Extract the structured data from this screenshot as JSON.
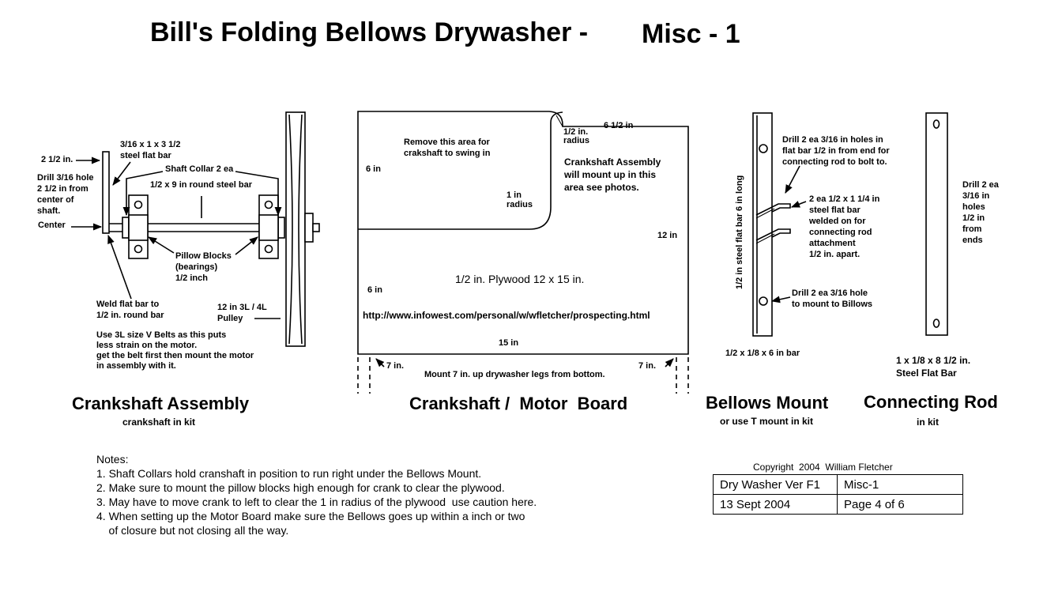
{
  "title": {
    "main": "Bill's Folding Bellows Drywasher -",
    "sub": "Misc - 1"
  },
  "crankshaft": {
    "heading": "Crankshaft Assembly",
    "subheading": "crankshaft in kit",
    "label_2half": "2 1/2 in.",
    "label_flatbar": "3/16 x 1 x 3 1/2\nsteel flat bar",
    "label_drill": "Drill 3/16 hole\n2 1/2 in from\ncenter of\nshaft.",
    "label_collar": "Shaft Collar 2 ea",
    "label_roundbar": "1/2 x 9 in round steel bar",
    "label_center": "Center",
    "label_pillow": "Pillow Blocks\n(bearings)\n 1/2 inch",
    "label_weld": "Weld flat bar to\n1/2 in. round bar",
    "label_pulley": "12 in 3L / 4L\nPulley",
    "label_belt": "Use 3L size V Belts as this puts\nless strain on the motor.\nget the belt first then mount the motor\nin assembly with it."
  },
  "board": {
    "heading": "Crankshaft /  Motor  Board",
    "label_remove": "Remove this area for\ncrakshaft to swing in",
    "label_6in_top": "6 in",
    "label_half_radius": "1/2 in.\nradius",
    "label_6half": "6 1/2 in",
    "label_assembly": "Crankshaft Assembly\nwill mount up in this\narea see photos.",
    "label_1in_radius": "1 in\nradius",
    "label_12in": "12 in",
    "label_6in_bottom": "6 in",
    "label_plywood": "1/2 in. Plywood 12 x 15 in.",
    "label_url": "http://www.infowest.com/personal/w/wfletcher/prospecting.html",
    "label_15in": "15 in",
    "label_7in_left": "7 in.",
    "label_7in_right": "7 in.",
    "label_mount": "Mount 7 in. up drywasher legs from bottom."
  },
  "bellows_mount": {
    "heading": "Bellows Mount",
    "subheading": "or use T mount in kit",
    "label_drill_top": "Drill 2 ea 3/16 in holes in\nflat bar 1/2 in from end  for\n connecting rod to bolt to.",
    "label_vertical": "1/2 in steel flat bar 6 in long",
    "label_brackets": "2 ea 1/2 x 1 1/4 in\nsteel flat bar\nwelded on for\nconnecting rod\nattachment\n1/2 in. apart.",
    "label_drill_bottom": "Drill 2 ea 3/16 hole\nto mount to Billows",
    "label_bar": "1/2 x 1/8 x 6 in bar"
  },
  "connecting_rod": {
    "heading": "Connecting Rod",
    "subheading": "in kit",
    "label_drill": "Drill 2 ea\n3/16 in\nholes\n1/2 in\nfrom\nends",
    "label_bar": "1 x 1/8 x 8 1/2 in.\n  Steel Flat Bar"
  },
  "notes": {
    "title": "Notes:",
    "items": [
      "1. Shaft Collars hold cranshaft in position to run right under the Bellows Mount.",
      "2. Make sure to mount the pillow blocks high enough for crank to clear the plywood.",
      "3. May have to move crank to left to clear the 1 in radius of the plywood  use caution here.",
      "4. When setting up the Motor Board make sure the Bellows goes up within a inch or two",
      "    of closure but not closing all the way."
    ]
  },
  "info": {
    "copyright": "Copyright  2004  William Fletcher",
    "version": "Dry Washer Ver  F1",
    "sheet": "Misc-1",
    "date": "13 Sept 2004",
    "page": "Page 4 of  6"
  }
}
